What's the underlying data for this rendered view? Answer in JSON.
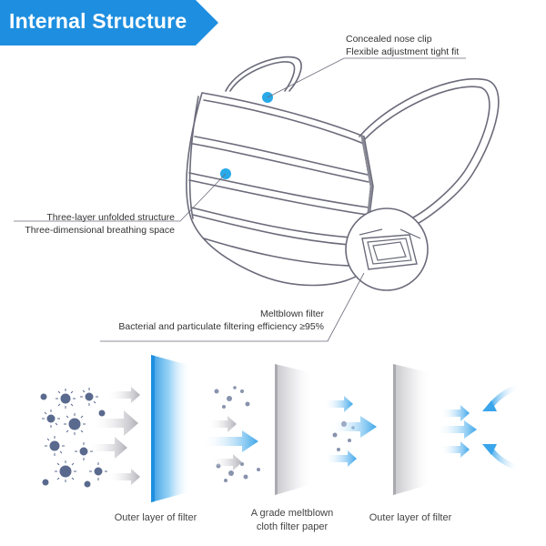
{
  "header": {
    "title": "Internal Structure"
  },
  "callouts": {
    "nose_clip": {
      "line1": "Concealed nose clip",
      "line2": "Flexible adjustment tight fit"
    },
    "three_layer": {
      "line1": "Three-layer unfolded structure",
      "line2": "Three-dimensional breathing space"
    },
    "meltblown": {
      "line1": "Meltblown filter",
      "line2": "Bacterial and particulate filtering efficiency ≥95%"
    }
  },
  "layers": [
    {
      "caption_line1": "Outer layer of filter",
      "caption_line2": ""
    },
    {
      "caption_line1": "A grade meltblown",
      "caption_line2": "cloth filter paper"
    },
    {
      "caption_line1": "Outer layer of filter",
      "caption_line2": ""
    }
  ],
  "colors": {
    "accent": "#1e8fe0",
    "dot": "#29a9e8",
    "outline": "#6b6b7b",
    "virus": "#5a6a8e"
  }
}
